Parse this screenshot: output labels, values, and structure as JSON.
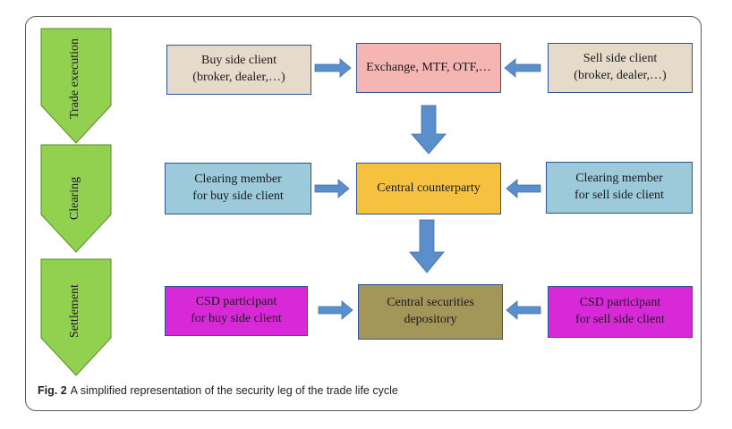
{
  "stages": [
    {
      "label": "Trade execution"
    },
    {
      "label": "Clearing"
    },
    {
      "label": "Settlement"
    }
  ],
  "rows": [
    {
      "left": "Buy side client\n(broker, dealer,…)",
      "center": "Exchange, MTF, OTF,…",
      "right": "Sell side client\n(broker, dealer,…)"
    },
    {
      "left": "Clearing member\nfor buy side client",
      "center": "Central counterparty",
      "right": "Clearing member\nfor sell side client"
    },
    {
      "left": "CSD participant\nfor buy side client",
      "center": "Central securities\ndepository",
      "right": "CSD participant\nfor sell side client"
    }
  ],
  "colors": {
    "stage_green": "#92d050",
    "row1_side": "#e6dacb",
    "row1_center": "#f4b5b3",
    "row2_side": "#9ccadb",
    "row2_center": "#f6c13f",
    "row3_side": "#d829d8",
    "row3_center": "#a39659",
    "arrow": "#5b8fcb"
  },
  "caption": {
    "label": "Fig. 2",
    "text": "A simplified representation of the security leg of the trade life cycle"
  }
}
